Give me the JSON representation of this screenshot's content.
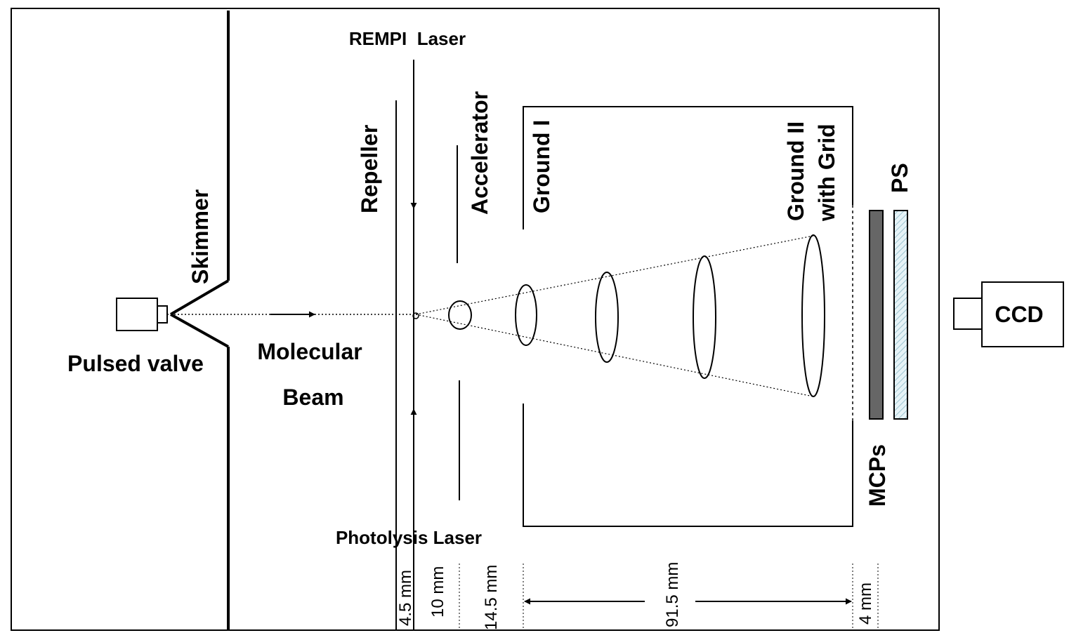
{
  "labels": {
    "rempi_laser": "REMPI  Laser",
    "photolysis_laser": "Photolysis Laser",
    "repeller": "Repeller",
    "accelerator": "Accelerator",
    "ground1": "Ground I",
    "ground2_line1": "Ground II",
    "ground2_line2": "with Grid",
    "ps": "PS",
    "mcps": "MCPs",
    "ccd": "CCD",
    "skimmer": "Skimmer",
    "pulsed_valve": "Pulsed valve",
    "molecular": "Molecular",
    "beam": "Beam"
  },
  "dimensions": {
    "d1": "4.5 mm",
    "d2": "10 mm",
    "d3": "14.5 mm",
    "d4": "91.5 mm",
    "d5": "4 mm"
  },
  "colors": {
    "line": "#000000",
    "mcp_fill": "#666666",
    "ps_fill": "#d8ecf2"
  }
}
